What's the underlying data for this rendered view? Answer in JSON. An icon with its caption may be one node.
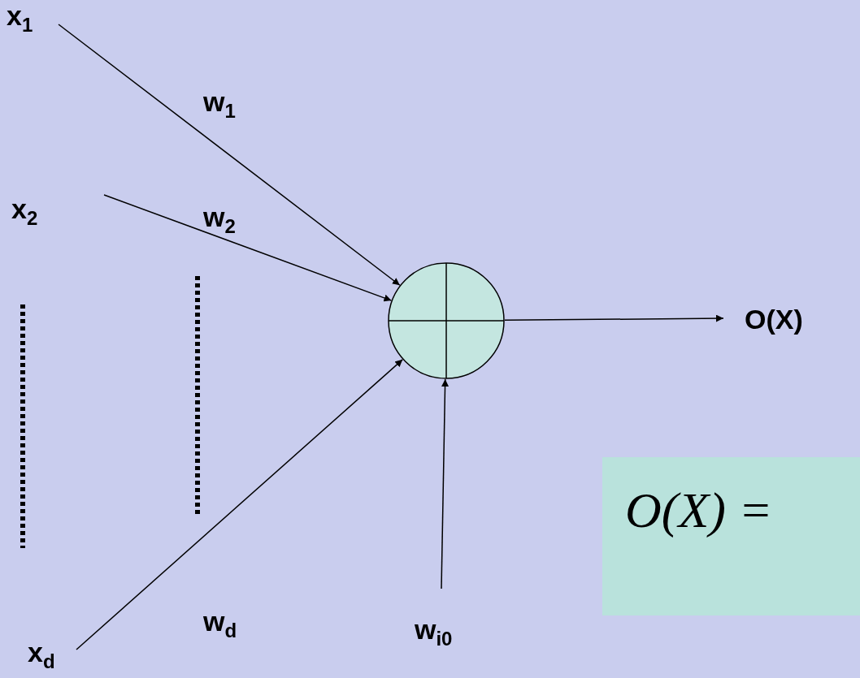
{
  "diagram": {
    "nodes": [
      {
        "text": [
          "x$_{1}$"
        ]
      },
      {
        "text": [
          "x$_{2}$"
        ]
      },
      {
        "text": [
          "x$_{d}$"
        ]
      },
      {
        "text": [],
        "shape": "circle"
      },
      {
        "text": [
          "O(X)"
        ]
      },
      {
        "text": [
          "w$_{i0}$"
        ]
      },
      {
        "text": [
          "O(X) ="
        ]
      }
    ],
    "edges": [
      {
        "from": 0,
        "to": 3,
        "arrow": "to",
        "label": "w$_{1}$"
      },
      {
        "from": 1,
        "to": 3,
        "arrow": "to",
        "label": "w$_{2}$"
      },
      {
        "from": 2,
        "to": 3,
        "arrow": "to",
        "label": "w$_{d}$"
      },
      {
        "from": 3,
        "to": 4,
        "arrow": "to"
      },
      {
        "from": 5,
        "to": 3,
        "arrow": "to"
      }
    ]
  }
}
